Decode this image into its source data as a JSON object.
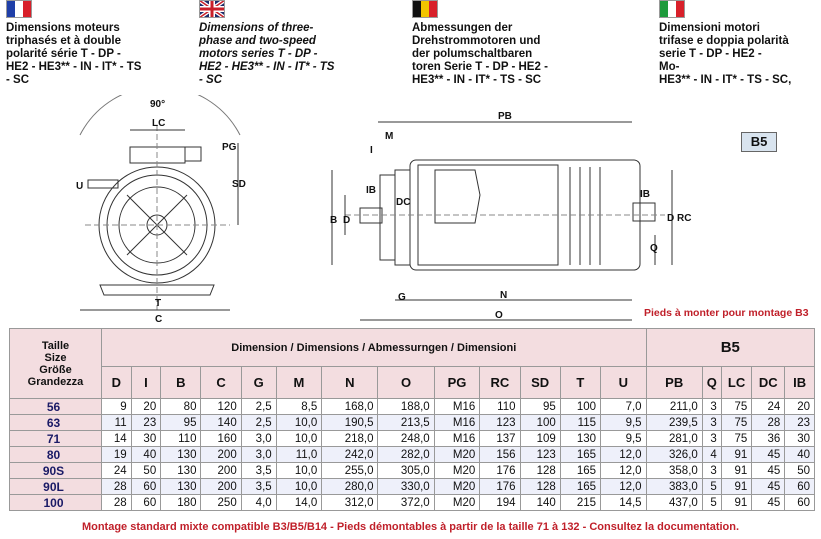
{
  "languages": [
    {
      "code": "fr",
      "text": "Dimensions moteurs\ntriphasés et à double\npolarité série T - DP -\nHE2 - HE3** - IN - IT* - TS\n- SC",
      "flag": [
        "#1f3fa8",
        "#ffffff",
        "#d8202a"
      ]
    },
    {
      "code": "en",
      "text": "Dimensions of three-\nphase and two-speed\nmotors series T - DP -\nHE2 - HE3** - IN - IT* - TS\n- SC",
      "flag": [
        "#1a2a6a",
        "#c8202a",
        "#1a2a6a"
      ]
    },
    {
      "code": "de",
      "text": "Abmessungen der\nDrehstrommotoren und\nder polumschaltbaren\ntoren Serie T - DP - HE2 -\nHE3** - IN - IT* - TS - SC",
      "flag": [
        "#111111",
        "#f2c500",
        "#d8202a"
      ]
    },
    {
      "code": "it",
      "text": "Dimensioni motori\ntrifase e doppia polarità\nserie T - DP - HE2 -\nMo-\nHE3** - IN - IT* - TS - SC,",
      "flag": [
        "#1e9a3c",
        "#ffffff",
        "#d8202a"
      ]
    }
  ],
  "drawing": {
    "labels": {
      "angle": "90°",
      "LC": "LC",
      "PG": "PG",
      "U": "U",
      "SD": "SD",
      "T": "T",
      "C": "C",
      "M": "M",
      "I": "I",
      "PB": "PB",
      "IB": "IB",
      "DC": "DC",
      "B": "B",
      "D": "D",
      "RC": "RC",
      "Q": "Q",
      "G": "G",
      "N": "N",
      "O": "O"
    }
  },
  "b5_box": "B5",
  "right_note": "Pieds à monter pour montage B3",
  "table": {
    "taille_header": "Taille\nSize\nGröße\nGrandezza",
    "dimension_header": "Dimension / Dimensions / Abmessurngen / Dimensioni",
    "b5_header": "B5",
    "columns": [
      "D",
      "I",
      "B",
      "C",
      "G",
      "M",
      "N",
      "O",
      "PG",
      "RC",
      "SD",
      "T",
      "U",
      "PB",
      "Q",
      "LC",
      "DC",
      "IB"
    ],
    "rows": [
      {
        "size": "56",
        "cells": [
          "9",
          "20",
          "80",
          "120",
          "2,5",
          "8,5",
          "168,0",
          "188,0",
          "M16",
          "110",
          "95",
          "100",
          "7,0",
          "211,0",
          "3",
          "75",
          "24",
          "20"
        ]
      },
      {
        "size": "63",
        "cells": [
          "11",
          "23",
          "95",
          "140",
          "2,5",
          "10,0",
          "190,5",
          "213,5",
          "M16",
          "123",
          "100",
          "115",
          "9,5",
          "239,5",
          "3",
          "75",
          "28",
          "23"
        ]
      },
      {
        "size": "71",
        "cells": [
          "14",
          "30",
          "110",
          "160",
          "3,0",
          "10,0",
          "218,0",
          "248,0",
          "M16",
          "137",
          "109",
          "130",
          "9,5",
          "281,0",
          "3",
          "75",
          "36",
          "30"
        ]
      },
      {
        "size": "80",
        "cells": [
          "19",
          "40",
          "130",
          "200",
          "3,0",
          "11,0",
          "242,0",
          "282,0",
          "M20",
          "156",
          "123",
          "165",
          "12,0",
          "326,0",
          "4",
          "91",
          "45",
          "40"
        ]
      },
      {
        "size": "90S",
        "cells": [
          "24",
          "50",
          "130",
          "200",
          "3,5",
          "10,0",
          "255,0",
          "305,0",
          "M20",
          "176",
          "128",
          "165",
          "12,0",
          "358,0",
          "3",
          "91",
          "45",
          "50"
        ]
      },
      {
        "size": "90L",
        "cells": [
          "28",
          "60",
          "130",
          "200",
          "3,5",
          "10,0",
          "280,0",
          "330,0",
          "M20",
          "176",
          "128",
          "165",
          "12,0",
          "383,0",
          "5",
          "91",
          "45",
          "60"
        ]
      },
      {
        "size": "100",
        "cells": [
          "28",
          "60",
          "180",
          "250",
          "4,0",
          "14,0",
          "312,0",
          "372,0",
          "M20",
          "194",
          "140",
          "215",
          "14,5",
          "437,0",
          "5",
          "91",
          "45",
          "60"
        ]
      }
    ]
  },
  "footer": "Montage standard  mixte compatible  B3/B5/B14 - Pieds démontables à partir de la taille 71 à 132 -  Consultez  la documentation."
}
